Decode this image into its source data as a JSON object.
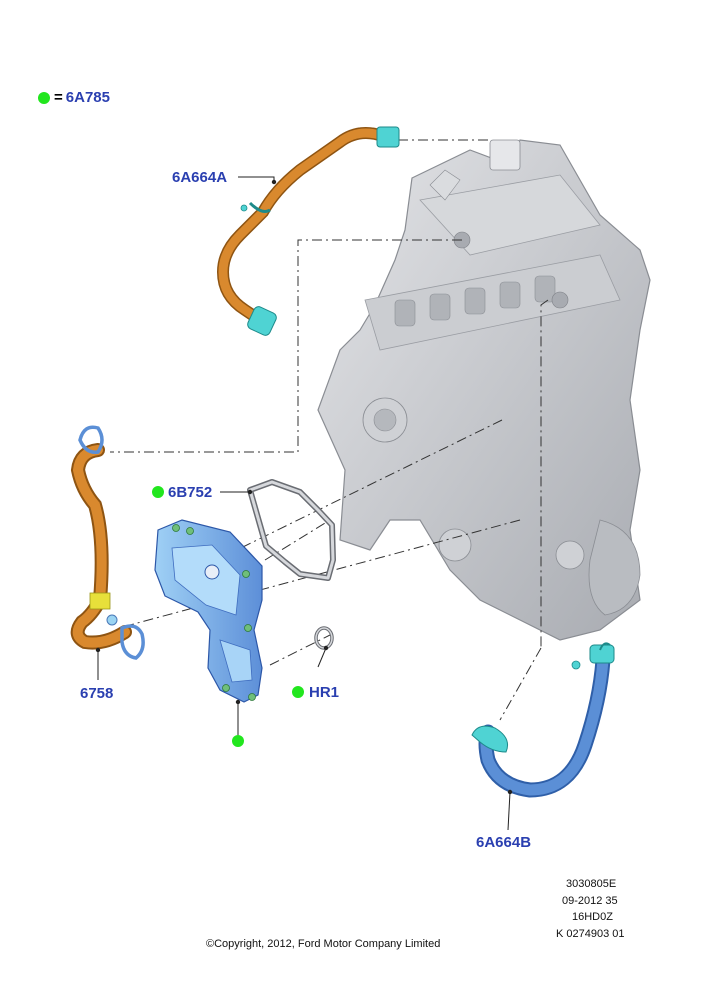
{
  "legend": {
    "code": "6A785",
    "equals": "=",
    "dot_color": "#22e61e"
  },
  "callouts": {
    "upper_hose": "6A664A",
    "gasket": "6B752",
    "left_hose": "6758",
    "oring": "HR1",
    "lower_hose": "6A664B"
  },
  "colors": {
    "hose_orange": "#d9892e",
    "hose_blue": "#5b8fd6",
    "fitting_cyan": "#4fd3d3",
    "engine_gray": "#c9cbcf",
    "callout_blue": "#2a3fb0",
    "marker_green": "#22e61e"
  },
  "footer": {
    "line1": "3030805E",
    "line2": "09-2012 35",
    "line3": "16HD0Z",
    "line4": "K 0274903 01",
    "copyright": "©Copyright, 2012, Ford Motor Company Limited"
  }
}
